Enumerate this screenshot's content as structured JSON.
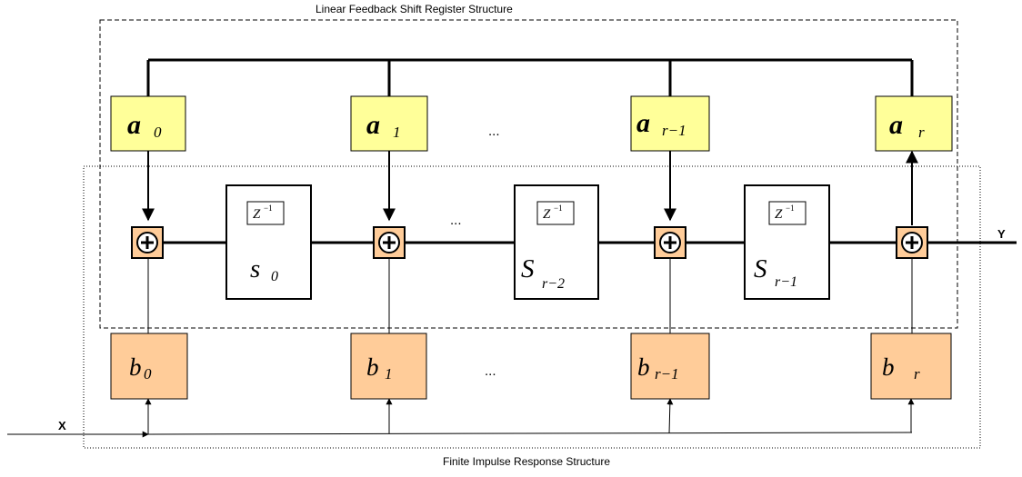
{
  "lfsr_title": "Linear Feedback Shift Register Structure",
  "fir_title": "Finite Impulse Response Structure",
  "input_label": "X",
  "output_label": "Y",
  "ellipsis": "...",
  "delay_symbol": "Z",
  "delay_exponent": "−1",
  "feedback_coeffs": [
    {
      "base": "a",
      "sub": "0"
    },
    {
      "base": "a",
      "sub": "1"
    },
    {
      "base": "a",
      "sub": "r−1"
    },
    {
      "base": "a",
      "sub": "r"
    }
  ],
  "feedforward_coeffs": [
    {
      "base": "b",
      "sub": "0"
    },
    {
      "base": "b",
      "sub": "1"
    },
    {
      "base": "b",
      "sub": "r−1"
    },
    {
      "base": "b",
      "sub": "r"
    }
  ],
  "states": [
    {
      "base": "s",
      "sub": "0"
    },
    {
      "base": "S",
      "sub": "r−2"
    },
    {
      "base": "S",
      "sub": "r−1"
    }
  ],
  "colors": {
    "feedback_fill": "#ffff99",
    "feedforward_fill": "#ffcc99",
    "adder_fill": "#ffcc99",
    "line": "#000000"
  }
}
